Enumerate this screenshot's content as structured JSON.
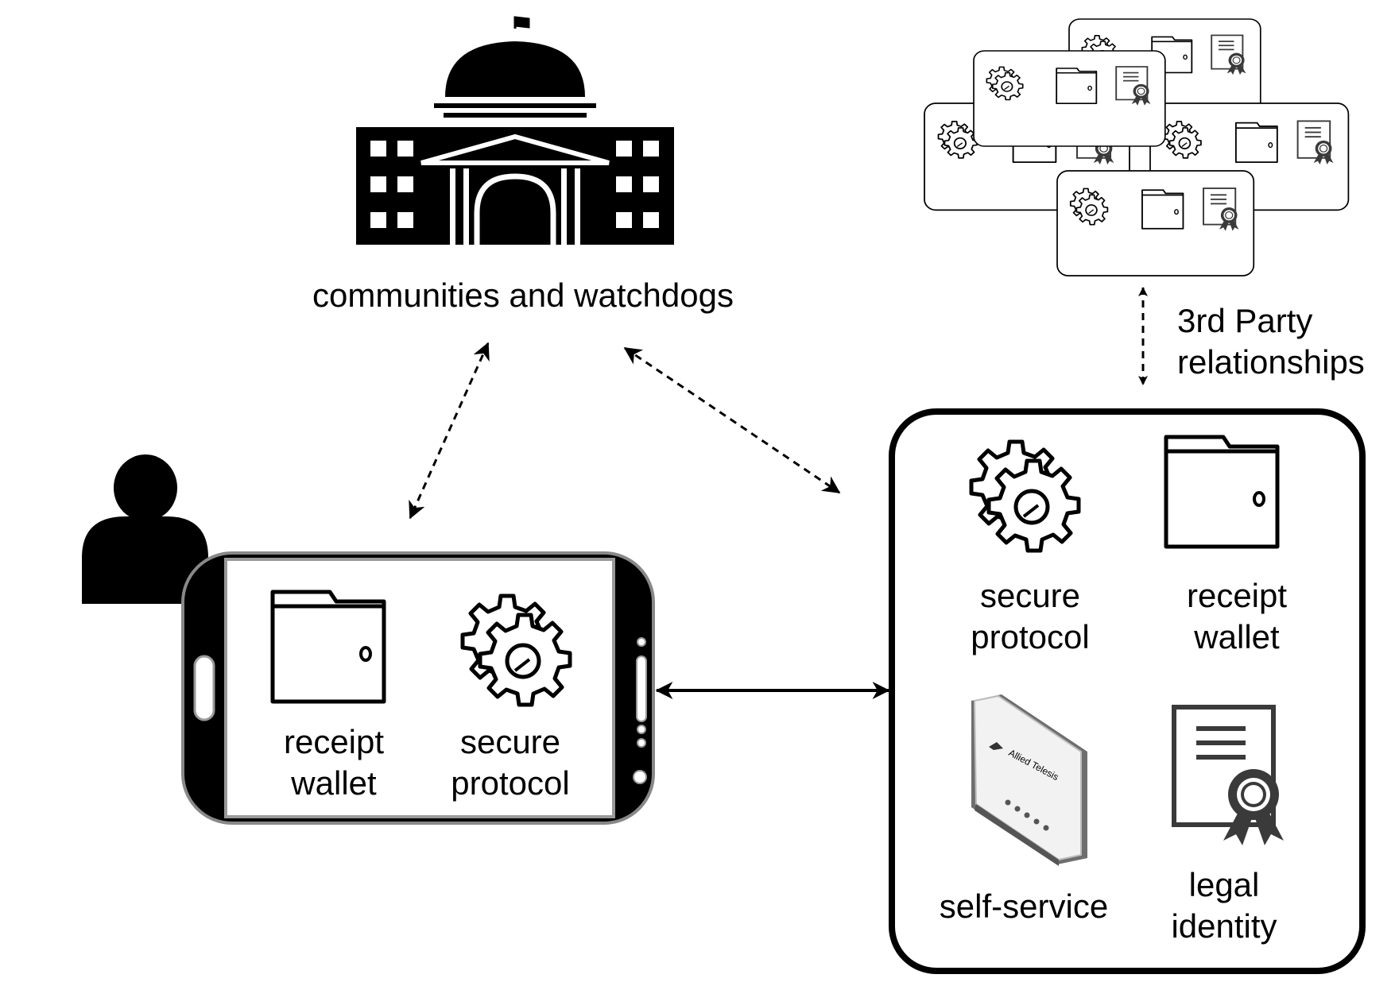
{
  "community": {
    "label": "communities and watchdogs"
  },
  "third_party": {
    "label_line1": "3rd Party",
    "label_line2": "relationships"
  },
  "phone": {
    "wallet_line1": "receipt",
    "wallet_line2": "wallet",
    "protocol_line1": "secure",
    "protocol_line2": "protocol"
  },
  "server": {
    "protocol_line1": "secure",
    "protocol_line2": "protocol",
    "wallet_line1": "receipt",
    "wallet_line2": "wallet",
    "selfservice_label": "self-service",
    "identity_line1": "legal",
    "identity_line2": "identity",
    "device_brand": "Allied Telesis"
  },
  "icons": {
    "building": "government-building-icon",
    "person": "person-icon",
    "phone": "smartphone-icon",
    "gear": "gear-icon",
    "folder": "folder-icon",
    "certificate": "certificate-icon",
    "router": "router-device-icon"
  }
}
